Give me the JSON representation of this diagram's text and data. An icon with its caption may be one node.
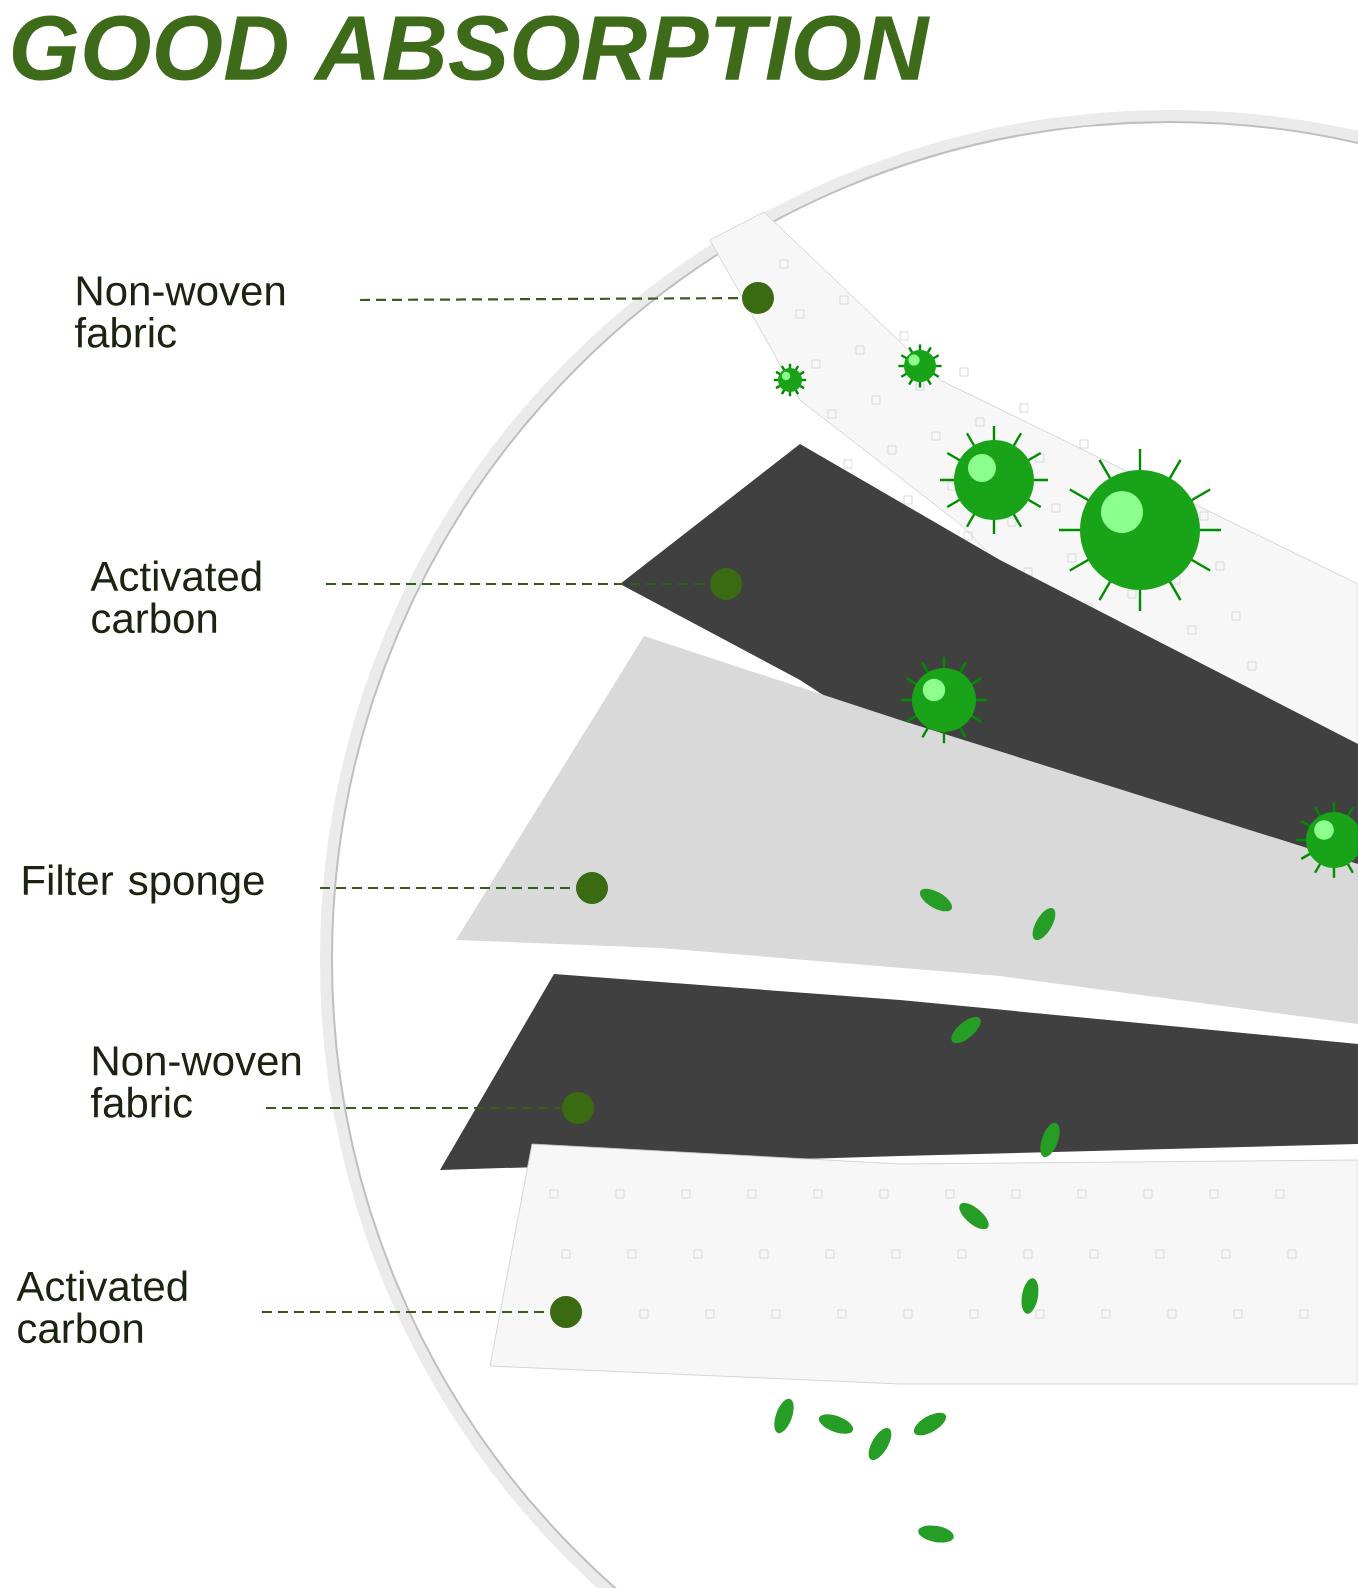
{
  "diagram": {
    "title": "GOOD ABSORPTION",
    "nodes": [
      {
        "text": [
          "Non-woven fabric"
        ]
      },
      {
        "text": [
          "Activated carbon"
        ]
      },
      {
        "text": [
          "Filter sponge"
        ]
      },
      {
        "text": [
          "Non-woven fabric"
        ]
      },
      {
        "text": [
          "Activated carbon"
        ]
      },
      {
        "text": [],
        "shape": "circle"
      },
      {
        "text": [],
        "shape": "circle"
      },
      {
        "text": [],
        "shape": "circle"
      },
      {
        "text": [],
        "shape": "circle"
      },
      {
        "text": [],
        "shape": "circle"
      }
    ],
    "edges": [
      {
        "from": 0,
        "to": 5,
        "arrow": "none",
        "style": "dashed"
      },
      {
        "from": 1,
        "to": 6,
        "arrow": "none",
        "style": "dashed"
      },
      {
        "from": 2,
        "to": 7,
        "arrow": "none",
        "style": "dashed"
      },
      {
        "from": 3,
        "to": 8,
        "arrow": "none",
        "style": "dashed"
      },
      {
        "from": 4,
        "to": 9,
        "arrow": "none",
        "style": "dashed"
      }
    ]
  }
}
